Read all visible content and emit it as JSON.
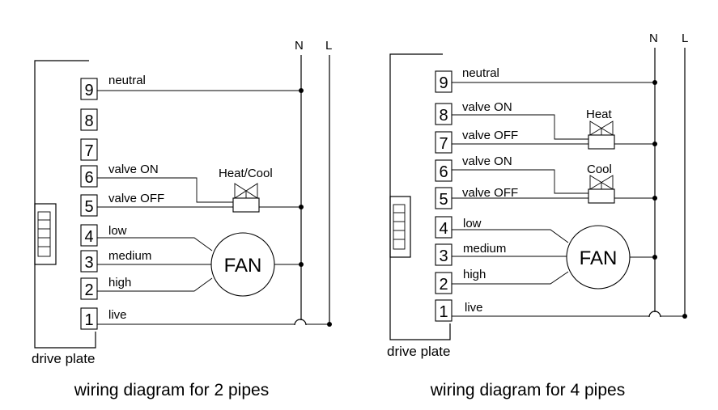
{
  "diagrams": [
    {
      "caption": "wiring diagram for 2 pipes",
      "plate_label": "drive plate",
      "supply": {
        "neutral": "N",
        "live": "L"
      },
      "terminals": [
        "9",
        "8",
        "7",
        "6",
        "5",
        "4",
        "3",
        "2",
        "1"
      ],
      "wires": {
        "neutral": "neutral",
        "valve_on": "valve ON",
        "valve_off": "valve OFF",
        "low": "low",
        "medium": "medium",
        "high": "high",
        "live": "live"
      },
      "valve_label": "Heat/Cool",
      "fan_label": "FAN"
    },
    {
      "caption": "wiring diagram for 4 pipes",
      "plate_label": "drive plate",
      "supply": {
        "neutral": "N",
        "live": "L"
      },
      "terminals": [
        "9",
        "8",
        "7",
        "6",
        "5",
        "4",
        "3",
        "2",
        "1"
      ],
      "wires": {
        "neutral": "neutral",
        "valve_on_1": "valve ON",
        "valve_off_1": "valve OFF",
        "valve_on_2": "valve ON",
        "valve_off_2": "valve OFF",
        "low": "low",
        "medium": "medium",
        "high": "high",
        "live": "live"
      },
      "valve_label_1": "Heat",
      "valve_label_2": "Cool",
      "fan_label": "FAN"
    }
  ]
}
